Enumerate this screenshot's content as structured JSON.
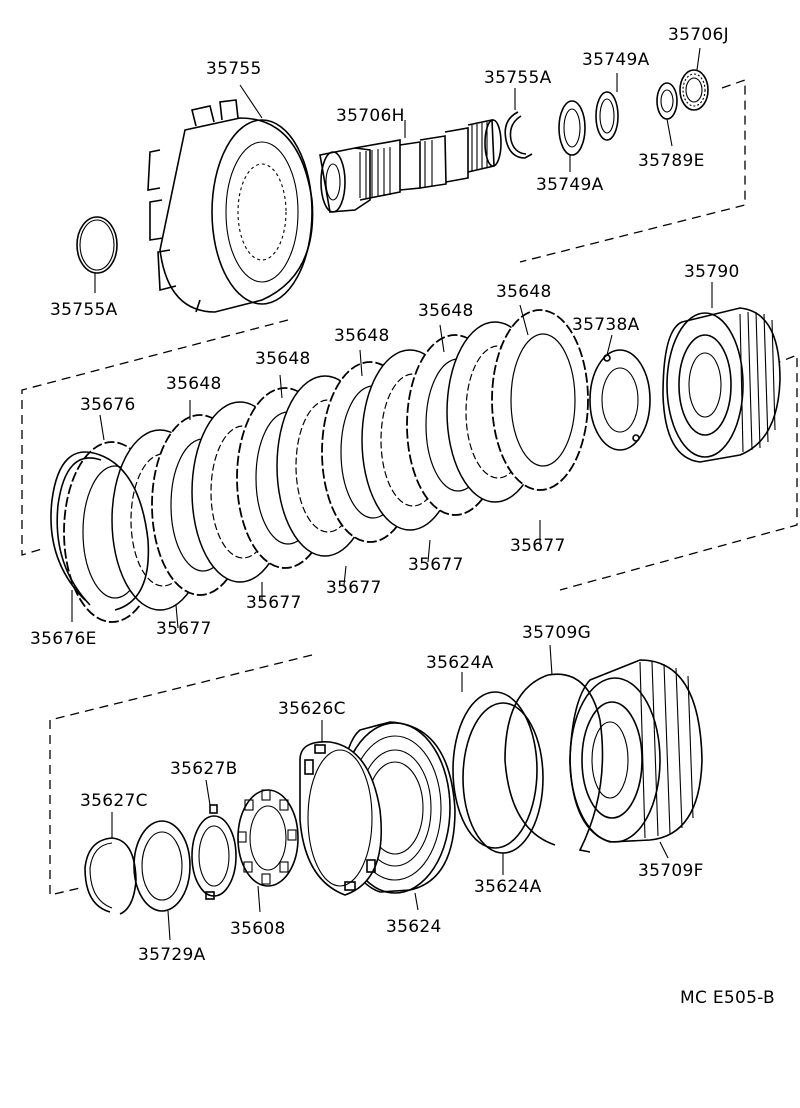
{
  "diagram": {
    "footer_code": "MC  E505-B",
    "labels": {
      "p35755": "35755",
      "p35706h": "35706H",
      "p35755a_top": "35755A",
      "p35749a_top": "35749A",
      "p35706j": "35706J",
      "p35789e": "35789E",
      "p35749a_mid": "35749A",
      "p35755a_left": "35755A",
      "p35790": "35790",
      "p35648_a": "35648",
      "p35648_b": "35648",
      "p35648_c": "35648",
      "p35648_d": "35648",
      "p35648_e": "35648",
      "p35738a": "35738A",
      "p35676": "35676",
      "p35676e": "35676E",
      "p35677_a": "35677",
      "p35677_b": "35677",
      "p35677_c": "35677",
      "p35677_d": "35677",
      "p35677_e": "35677",
      "p35709g": "35709G",
      "p35624a_top": "35624A",
      "p35626c": "35626C",
      "p35627b": "35627B",
      "p35627c": "35627C",
      "p35624a_bot": "35624A",
      "p35709f": "35709F",
      "p35608": "35608",
      "p35624": "35624",
      "p35729a": "35729A"
    }
  }
}
